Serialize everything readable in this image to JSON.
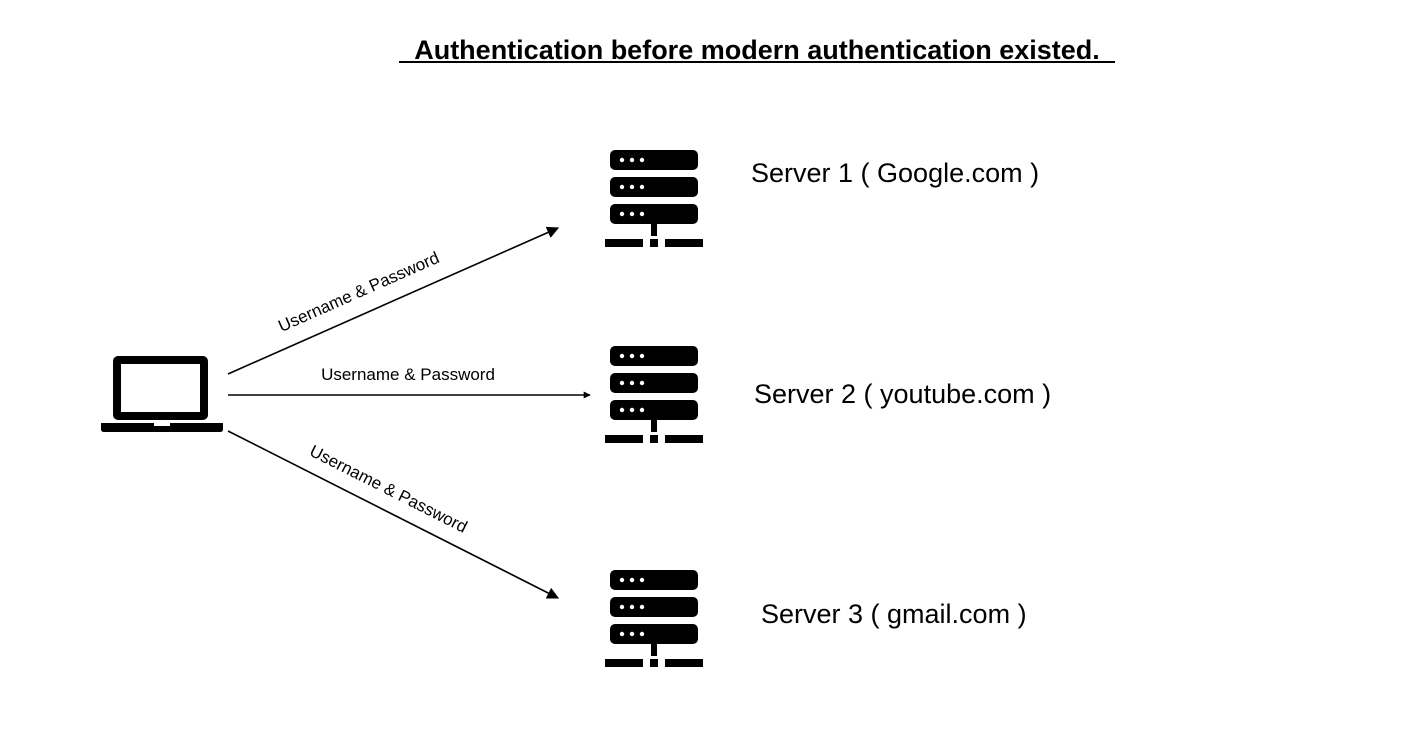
{
  "title": "Authentication before modern authentication existed.",
  "client": {
    "icon": "laptop-icon"
  },
  "servers": [
    {
      "label": "Server 1 ( Google.com )",
      "icon": "server-icon"
    },
    {
      "label": "Server 2 ( youtube.com )",
      "icon": "server-icon"
    },
    {
      "label": "Server 3 ( gmail.com )",
      "icon": "server-icon"
    }
  ],
  "connections": [
    {
      "from": "client",
      "to": "server-1",
      "label": "Username & Password"
    },
    {
      "from": "client",
      "to": "server-2",
      "label": "Username & Password"
    },
    {
      "from": "client",
      "to": "server-3",
      "label": "Username & Password"
    }
  ],
  "colors": {
    "foreground": "#000000",
    "background": "#ffffff"
  }
}
